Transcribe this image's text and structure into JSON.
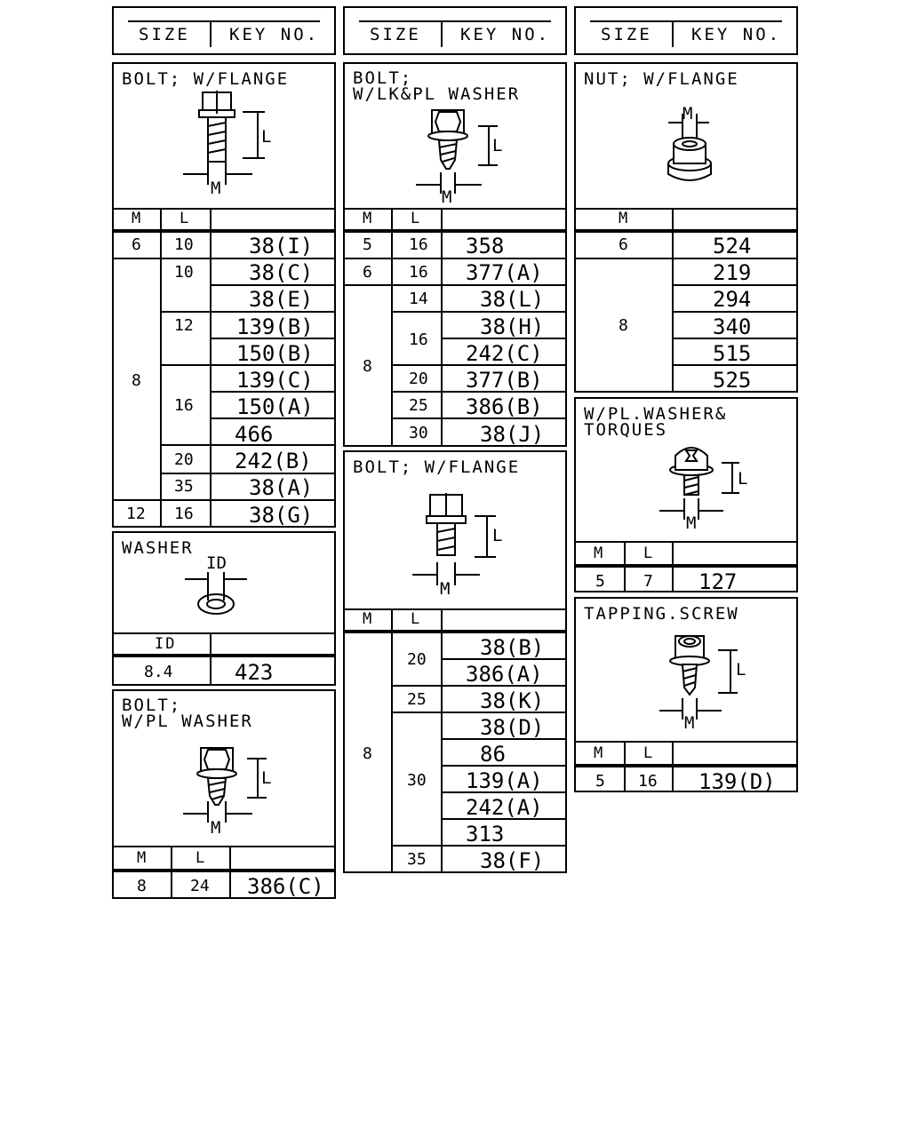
{
  "header": {
    "size_label": "SIZE",
    "key_label": "KEY NO."
  },
  "col_m": "M",
  "col_l": "L",
  "col_id": "ID",
  "dim_l": "L",
  "dim_m": "M",
  "dim_id": "ID",
  "bolt_flange_1": {
    "title": "BOLT; W/FLANGE",
    "m": [
      "6",
      "8",
      "12"
    ],
    "l": [
      "10",
      "10",
      "12",
      "16",
      "20",
      "35",
      "16"
    ],
    "keys": [
      "38(I)",
      "38(C)",
      "38(E)",
      "139(B)",
      "150(B)",
      "139(C)",
      "150(A)",
      "466",
      "242(B)",
      "38(A)",
      "38(G)"
    ]
  },
  "washer": {
    "title": "WASHER",
    "id": [
      "8.4"
    ],
    "keys": [
      "423"
    ]
  },
  "bolt_pl_washer": {
    "title_1": "BOLT;",
    "title_2": "W/PL WASHER",
    "m": [
      "8"
    ],
    "l": [
      "24"
    ],
    "keys": [
      "386(C)"
    ]
  },
  "bolt_lk_pl": {
    "title_1": "BOLT;",
    "title_2": "W/LK&PL WASHER",
    "m": [
      "5",
      "6",
      "8"
    ],
    "l": [
      "16",
      "16",
      "14",
      "16",
      "20",
      "25",
      "30"
    ],
    "keys": [
      "358",
      "377(A)",
      "38(L)",
      "38(H)",
      "242(C)",
      "377(B)",
      "386(B)",
      "38(J)"
    ]
  },
  "bolt_flange_2": {
    "title": "BOLT; W/FLANGE",
    "m": [
      "8"
    ],
    "l": [
      "20",
      "25",
      "30",
      "35"
    ],
    "keys": [
      "38(B)",
      "386(A)",
      "38(K)",
      "38(D)",
      "86",
      "139(A)",
      "242(A)",
      "313",
      "38(F)"
    ]
  },
  "nut_flange": {
    "title": "NUT; W/FLANGE",
    "m": [
      "6",
      "8"
    ],
    "keys": [
      "524",
      "219",
      "294",
      "340",
      "515",
      "525"
    ]
  },
  "pl_washer_torques": {
    "title_1": "W/PL.WASHER&",
    "title_2": "TORQUES",
    "m": [
      "5"
    ],
    "l": [
      "7"
    ],
    "keys": [
      "127"
    ]
  },
  "tapping_screw": {
    "title": "TAPPING.SCREW",
    "m": [
      "5"
    ],
    "l": [
      "16"
    ],
    "keys": [
      "139(D)"
    ]
  }
}
